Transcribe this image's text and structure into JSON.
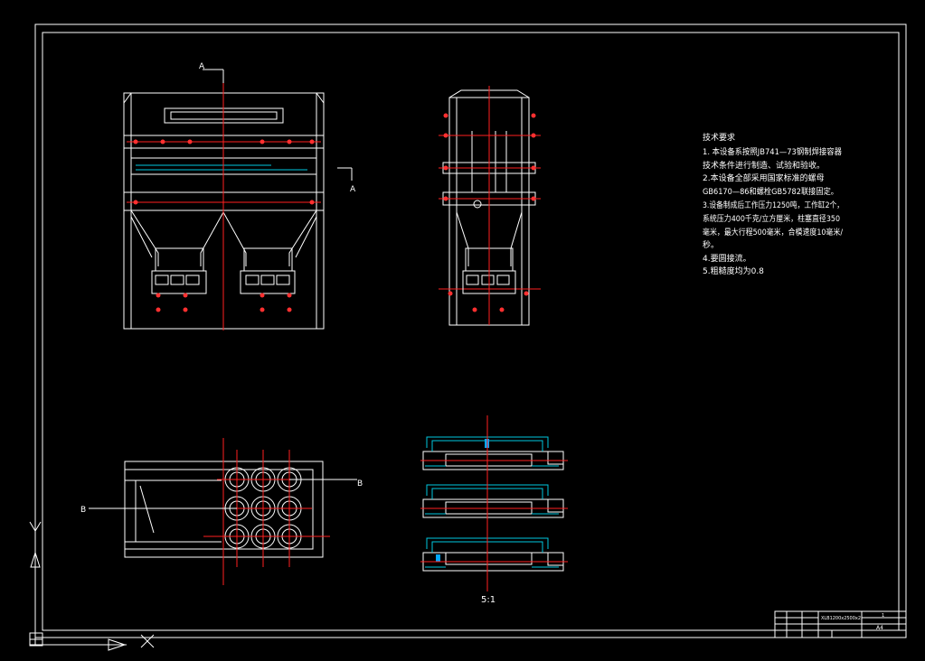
{
  "section_label_a": "A",
  "section_label_b": "B",
  "scale_label": "5:1",
  "tech": {
    "title": "技术要求",
    "lines": [
      "1. 本设备系按照JB741—73钢制焊接容器",
      "技术条件进行制造、试验和验收。",
      "2.本设备全部采用国家标准的螺母",
      "GB6170—86和螺栓GB5782联接固定。",
      "3.设备制成后工作压力1250吨，工作缸2个，",
      "系统压力400千克/立方厘米，柱塞直径350",
      "毫米，最大行程500毫米，合模速度10毫米/",
      "秒。",
      "4.要圆接流。",
      "5.粗糙度均为0.8"
    ]
  },
  "title_block": {
    "drawing_no": "XLB1200x2500x2",
    "sheet_size": "A4",
    "sheet_count": "1"
  },
  "colors": {
    "line": "#ffffff",
    "center": "#ff2020",
    "hidden": "#00c8e0",
    "background": "#000000"
  }
}
